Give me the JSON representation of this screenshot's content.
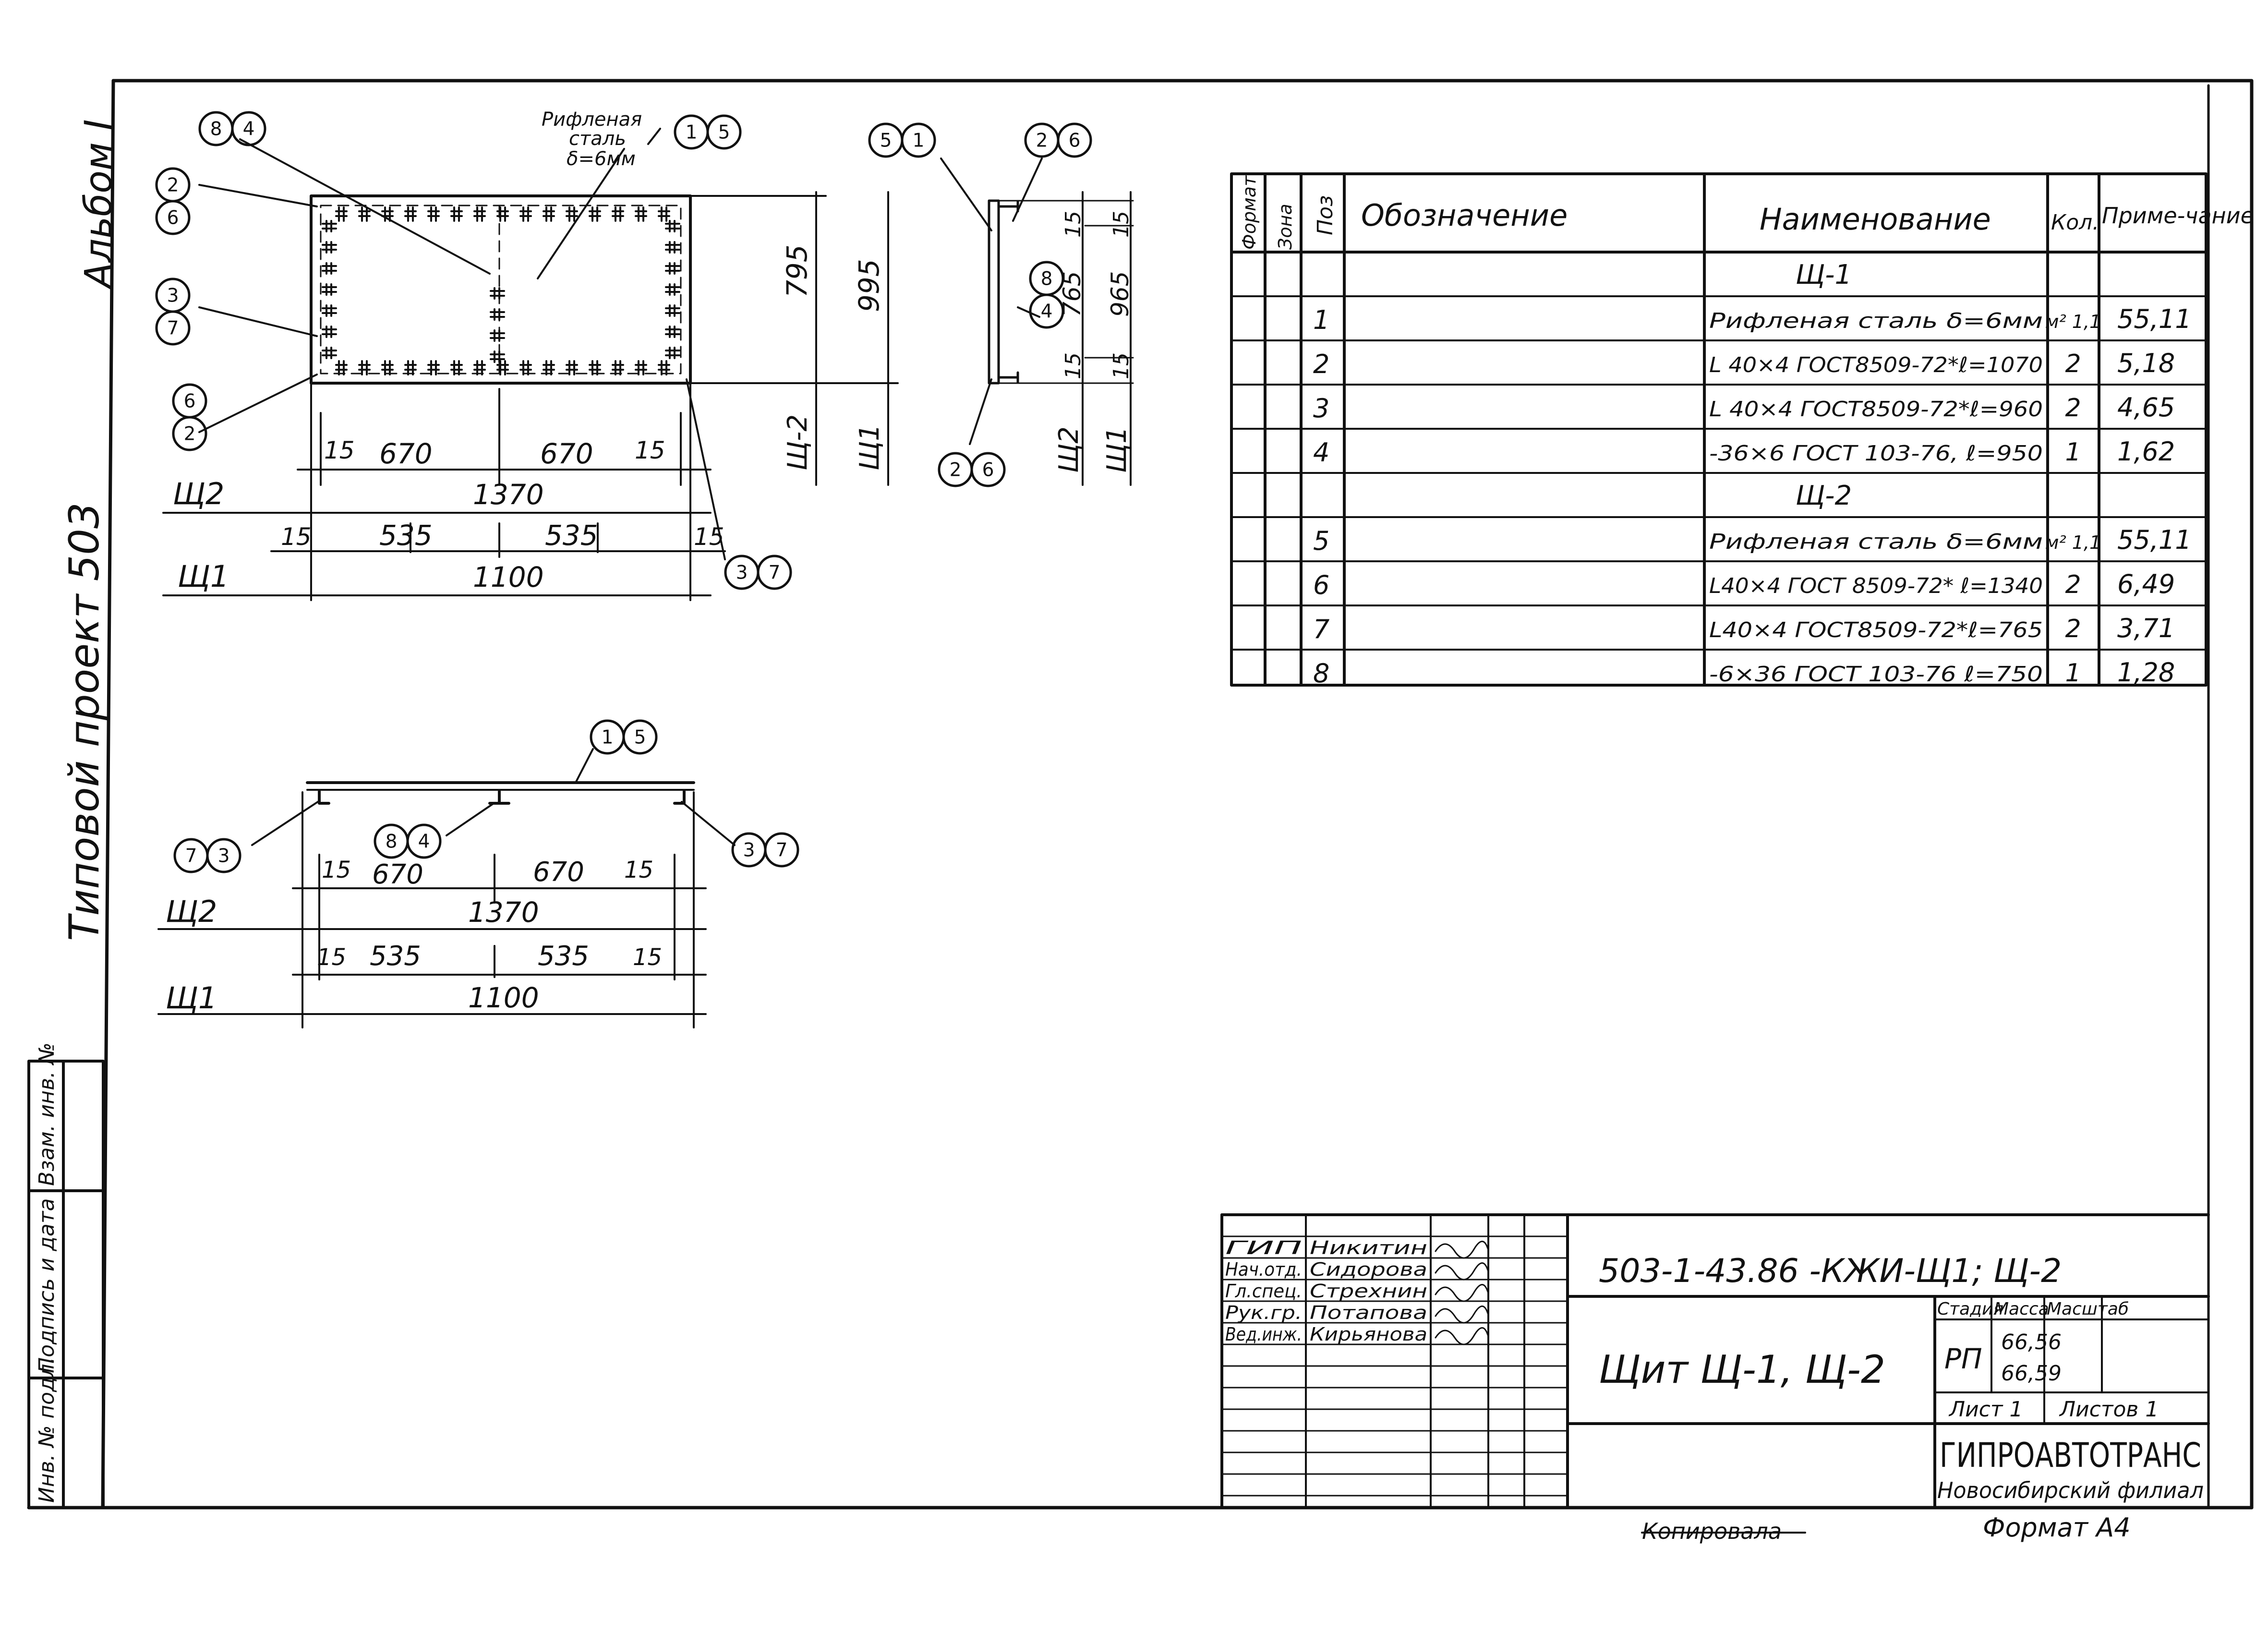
{
  "side_margin": {
    "album": "Альбом I",
    "project": "Типовой проект 503",
    "stamp_cols": [
      "Инв. № подл.",
      "Подпись и дата",
      "Взам. инв. №"
    ]
  },
  "plan_view": {
    "steel_label": [
      "Рифленая",
      "сталь",
      "δ=6мм"
    ],
    "callouts": {
      "top_left": [
        "8",
        "4"
      ],
      "top_right": [
        "1",
        "5"
      ],
      "left_upper": [
        "2",
        "6"
      ],
      "left_mid": [
        "3",
        "7"
      ],
      "left_lower": [
        "6",
        "2"
      ],
      "right_lower": [
        "3",
        "7"
      ]
    },
    "dims": {
      "sh2_label": "Щ2",
      "sh2_segments": [
        "15",
        "670",
        "670",
        "15"
      ],
      "sh2_total": "1370",
      "sh1_label": "Щ1",
      "sh1_segments": [
        "15",
        "535",
        "535",
        "15"
      ],
      "sh1_total": "1100",
      "height_inner": "795",
      "height_outer": "995",
      "height_label_2": "Щ-2",
      "height_label_1": "Щ1"
    }
  },
  "section_view": {
    "callouts": {
      "top_left": [
        "5",
        "1"
      ],
      "top_right": [
        "2",
        "6"
      ],
      "mid": [
        "8",
        "4"
      ],
      "bottom": [
        "2",
        "6"
      ]
    },
    "dims_sh2": [
      "15",
      "765",
      "15"
    ],
    "dims_sh1": [
      "15",
      "965",
      "15"
    ],
    "label_2": "Щ2",
    "label_1": "Щ1"
  },
  "elevation_view": {
    "callouts": {
      "top": [
        "1",
        "5"
      ],
      "left": [
        "7",
        "3"
      ],
      "mid": [
        "8",
        "4"
      ],
      "right": [
        "3",
        "7"
      ]
    },
    "dims": {
      "sh2_label": "Щ2",
      "sh2_segments": [
        "15",
        "670",
        "670",
        "15"
      ],
      "sh2_total": "1370",
      "sh1_label": "Щ1",
      "sh1_segments": [
        "15",
        "535",
        "535",
        "15"
      ],
      "sh1_total": "1100"
    }
  },
  "spec_table": {
    "headers": [
      "Формат",
      "Зона",
      "Поз",
      "Обозначение",
      "Наименование",
      "Кол.",
      "Приме-чание"
    ],
    "group1": "Щ-1",
    "group2": "Щ-2",
    "rows_g1": [
      {
        "pos": "1",
        "name": "Рифленая сталь δ=6мм",
        "qty": "м² 1,1",
        "note": "55,11"
      },
      {
        "pos": "2",
        "name": "L 40×4 ГОСТ8509-72*ℓ=1070",
        "qty": "2",
        "note": "5,18"
      },
      {
        "pos": "3",
        "name": "L 40×4 ГОСТ8509-72*ℓ=960",
        "qty": "2",
        "note": "4,65"
      },
      {
        "pos": "4",
        "name": "-36×6 ГОСТ 103-76, ℓ=950",
        "qty": "1",
        "note": "1,62"
      }
    ],
    "rows_g2": [
      {
        "pos": "5",
        "name": "Рифленая сталь δ=6мм",
        "qty": "м² 1,1",
        "note": "55,11"
      },
      {
        "pos": "6",
        "name": "L40×4 ГОСТ 8509-72* ℓ=1340",
        "qty": "2",
        "note": "6,49"
      },
      {
        "pos": "7",
        "name": "L40×4 ГОСТ8509-72*ℓ=765",
        "qty": "2",
        "note": "3,71"
      },
      {
        "pos": "8",
        "name": "-6×36 ГОСТ 103-76 ℓ=750",
        "qty": "1",
        "note": "1,28"
      }
    ]
  },
  "title_block": {
    "doc_code": "503-1-43.86  -КЖИ-Щ1; Щ-2",
    "title": "Щит Щ-1, Щ-2",
    "stage_label": "Стадия",
    "mass_label": "Масса",
    "scale_label": "Масштаб",
    "stage": "РП",
    "mass1": "66,56",
    "mass2": "66,59",
    "sheet": "Лист 1",
    "sheets": "Листов 1",
    "org": "ГИПРОАВТОТРАНС",
    "branch": "Новосибирский филиал",
    "signers": [
      {
        "role": "ГИП",
        "name": "Никитин"
      },
      {
        "role": "Нач.отд.",
        "name": "Сидорова"
      },
      {
        "role": "Гл.спец.",
        "name": "Стрехнин"
      },
      {
        "role": "Рук.гр.",
        "name": "Потапова"
      },
      {
        "role": "Вед.инж.",
        "name": "Кирьянова"
      }
    ]
  },
  "footer": {
    "copied": "Копировала",
    "format": "Формат А4"
  }
}
